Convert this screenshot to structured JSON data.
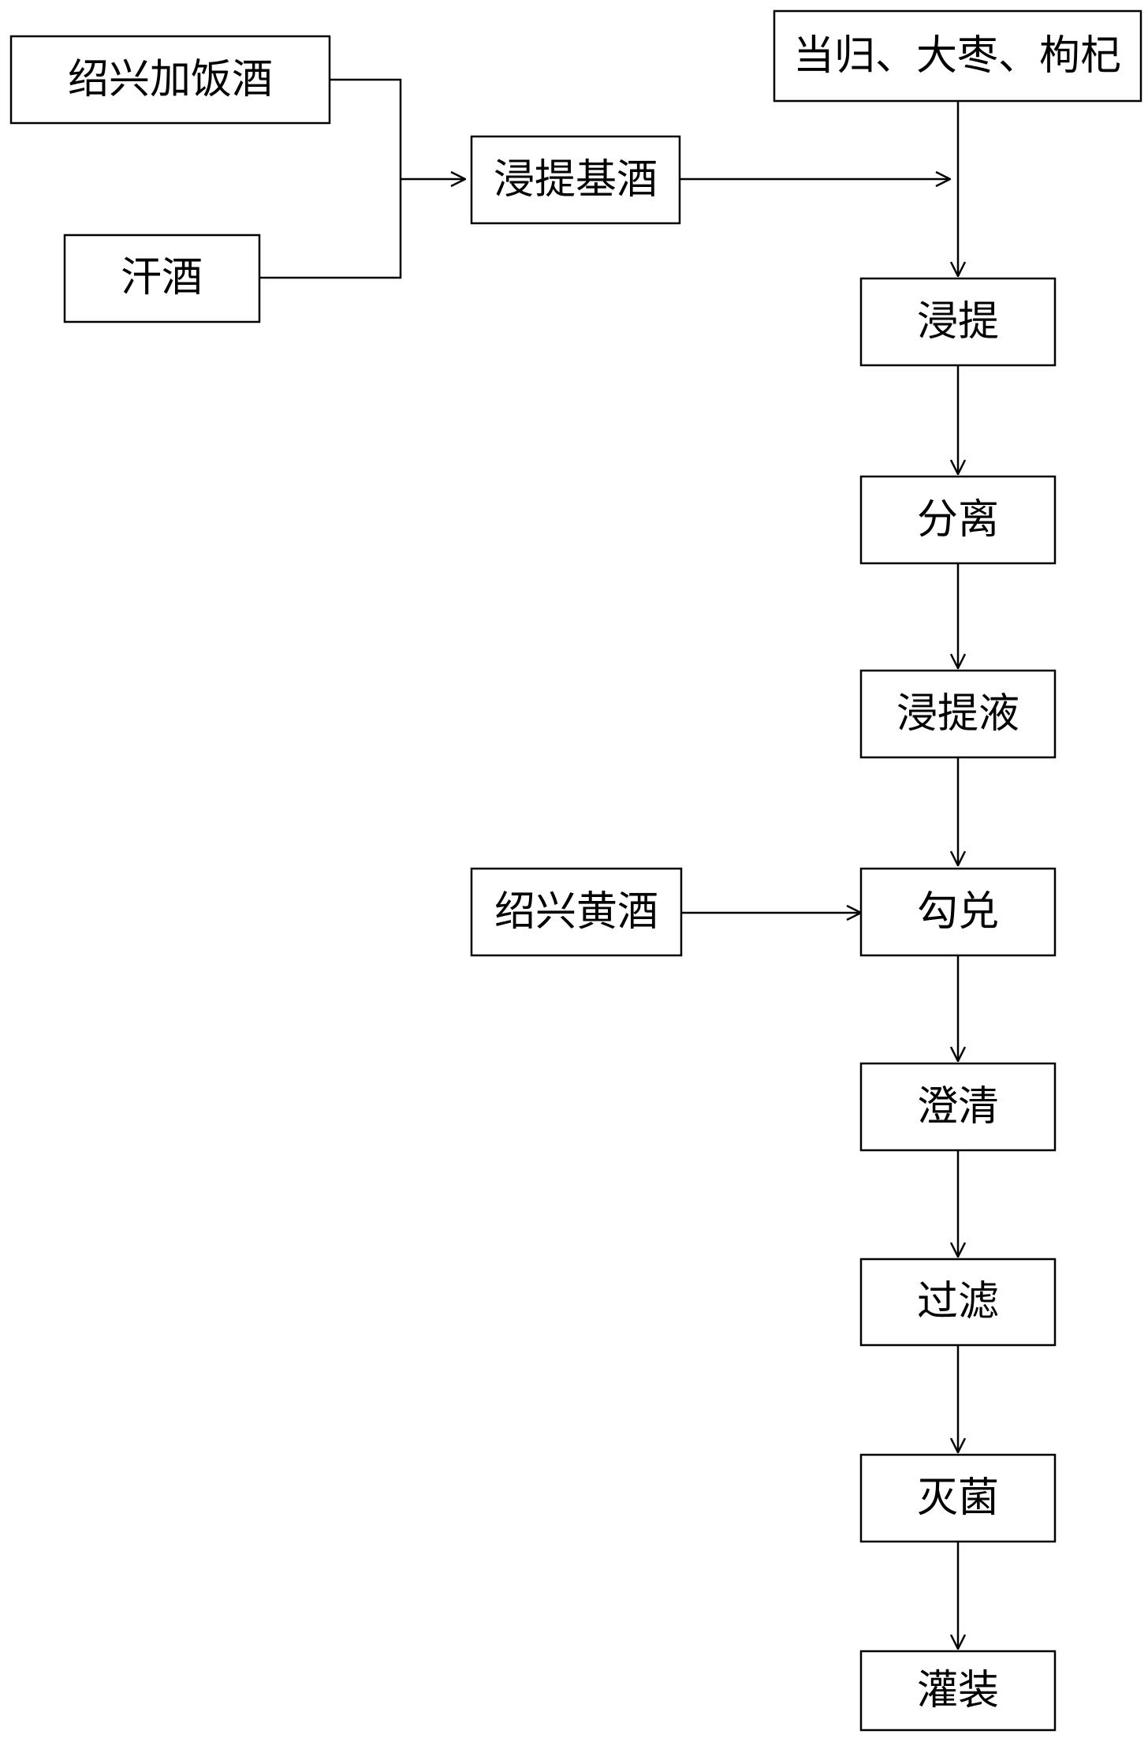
{
  "diagram": {
    "nodes": {
      "shaoxing_jiafan": "绍兴加饭酒",
      "hanjiu": "汗酒",
      "extraction_base": "浸提基酒",
      "herbs": "当归、大枣、枸杞",
      "extraction": "浸提",
      "separation": "分离",
      "extract_liquid": "浸提液",
      "shaoxing_huangjiu": "绍兴黄酒",
      "blending": "勾兑",
      "clarification": "澄清",
      "filtration": "过滤",
      "sterilization": "灭菌",
      "filling": "灌装"
    },
    "edges": [
      [
        "shaoxing_jiafan",
        "extraction_base"
      ],
      [
        "hanjiu",
        "extraction_base"
      ],
      [
        "extraction_base",
        "extraction"
      ],
      [
        "herbs",
        "extraction"
      ],
      [
        "extraction",
        "separation"
      ],
      [
        "separation",
        "extract_liquid"
      ],
      [
        "extract_liquid",
        "blending"
      ],
      [
        "shaoxing_huangjiu",
        "blending"
      ],
      [
        "blending",
        "clarification"
      ],
      [
        "clarification",
        "filtration"
      ],
      [
        "filtration",
        "sterilization"
      ],
      [
        "sterilization",
        "filling"
      ]
    ]
  }
}
